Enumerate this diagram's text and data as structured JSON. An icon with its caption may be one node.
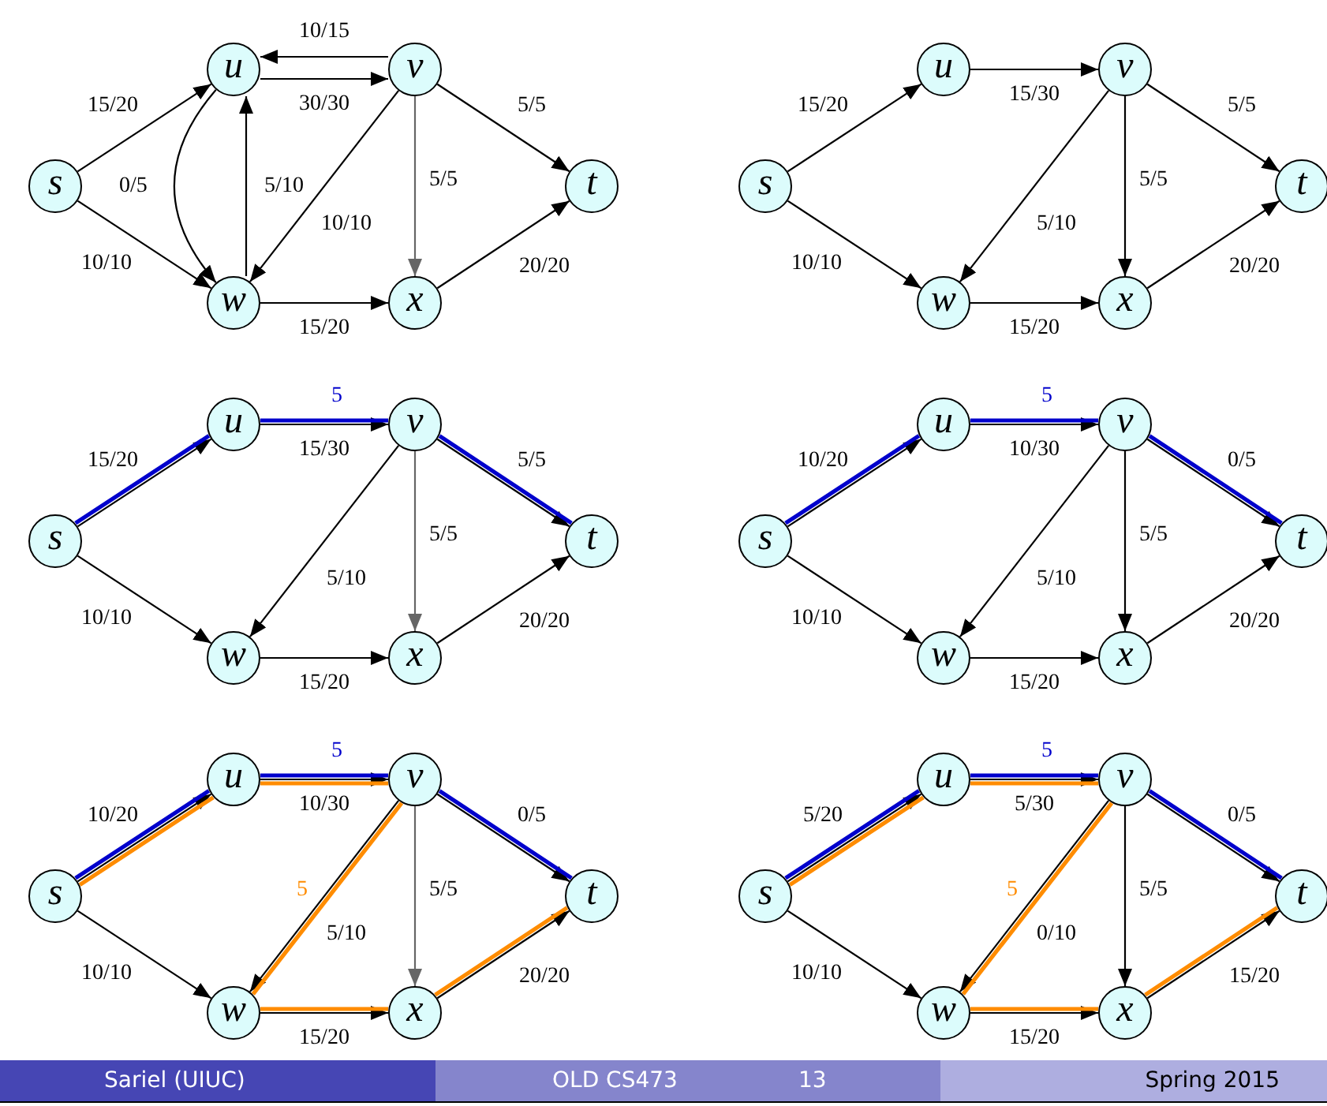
{
  "diagram": {
    "nodes": [
      {
        "text": [
          "s"
        ]
      },
      {
        "text": [
          "u"
        ]
      },
      {
        "text": [
          "v"
        ]
      },
      {
        "text": [
          "w"
        ]
      },
      {
        "text": [
          "x"
        ]
      },
      {
        "text": [
          "t"
        ]
      },
      {
        "text": [
          "s"
        ]
      },
      {
        "text": [
          "u"
        ]
      },
      {
        "text": [
          "v"
        ]
      },
      {
        "text": [
          "w"
        ]
      },
      {
        "text": [
          "x"
        ]
      },
      {
        "text": [
          "t"
        ]
      },
      {
        "text": [
          "s"
        ]
      },
      {
        "text": [
          "u"
        ]
      },
      {
        "text": [
          "v"
        ]
      },
      {
        "text": [
          "w"
        ]
      },
      {
        "text": [
          "x"
        ]
      },
      {
        "text": [
          "t"
        ]
      },
      {
        "text": [
          "s"
        ]
      },
      {
        "text": [
          "u"
        ]
      },
      {
        "text": [
          "v"
        ]
      },
      {
        "text": [
          "w"
        ]
      },
      {
        "text": [
          "x"
        ]
      },
      {
        "text": [
          "t"
        ]
      },
      {
        "text": [
          "s"
        ]
      },
      {
        "text": [
          "u"
        ]
      },
      {
        "text": [
          "v"
        ]
      },
      {
        "text": [
          "w"
        ]
      },
      {
        "text": [
          "x"
        ]
      },
      {
        "text": [
          "t"
        ]
      },
      {
        "text": [
          "s"
        ]
      },
      {
        "text": [
          "u"
        ]
      },
      {
        "text": [
          "v"
        ]
      },
      {
        "text": [
          "w"
        ]
      },
      {
        "text": [
          "x"
        ]
      },
      {
        "text": [
          "t"
        ]
      }
    ],
    "edges": [
      {
        "from": 0,
        "to": 1,
        "arrow": "to",
        "label": "15/20"
      },
      {
        "from": 0,
        "to": 3,
        "arrow": "to",
        "label": "10/10"
      },
      {
        "from": 2,
        "to": 1,
        "arrow": "to",
        "label": "10/15"
      },
      {
        "from": 1,
        "to": 2,
        "arrow": "to",
        "label": "30/30"
      },
      {
        "from": 1,
        "to": 3,
        "arrow": "to",
        "label": "0/5"
      },
      {
        "from": 3,
        "to": 1,
        "arrow": "to",
        "label": "5/10"
      },
      {
        "from": 2,
        "to": 3,
        "arrow": "to",
        "label": "10/10"
      },
      {
        "from": 2,
        "to": 4,
        "arrow": "to",
        "label": "5/5",
        "color": "#666666"
      },
      {
        "from": 2,
        "to": 5,
        "arrow": "to",
        "label": "5/5"
      },
      {
        "from": 3,
        "to": 4,
        "arrow": "to",
        "label": "15/20"
      },
      {
        "from": 4,
        "to": 5,
        "arrow": "to",
        "label": "20/20"
      },
      {
        "from": 6,
        "to": 7,
        "arrow": "to",
        "label": "15/20"
      },
      {
        "from": 6,
        "to": 9,
        "arrow": "to",
        "label": "10/10"
      },
      {
        "from": 7,
        "to": 8,
        "arrow": "to",
        "label": "15/30"
      },
      {
        "from": 8,
        "to": 9,
        "arrow": "to",
        "label": "5/10"
      },
      {
        "from": 8,
        "to": 10,
        "arrow": "to",
        "label": "5/5"
      },
      {
        "from": 8,
        "to": 11,
        "arrow": "to",
        "label": "5/5"
      },
      {
        "from": 9,
        "to": 10,
        "arrow": "to",
        "label": "15/20"
      },
      {
        "from": 10,
        "to": 11,
        "arrow": "to",
        "label": "20/20"
      },
      {
        "from": 12,
        "to": 13,
        "arrow": "to",
        "label": "15/20"
      },
      {
        "from": 12,
        "to": 15,
        "arrow": "to",
        "label": "10/10"
      },
      {
        "from": 13,
        "to": 14,
        "arrow": "to",
        "label": "15/30"
      },
      {
        "from": 14,
        "to": 15,
        "arrow": "to",
        "label": "5/10"
      },
      {
        "from": 14,
        "to": 16,
        "arrow": "to",
        "label": "5/5",
        "color": "#666666"
      },
      {
        "from": 14,
        "to": 17,
        "arrow": "to",
        "label": "5/5"
      },
      {
        "from": 15,
        "to": 16,
        "arrow": "to",
        "label": "15/20"
      },
      {
        "from": 16,
        "to": 17,
        "arrow": "to",
        "label": "20/20"
      },
      {
        "from": 12,
        "to": 13,
        "arrow": "none",
        "style": "thick",
        "color": "#0000cc"
      },
      {
        "from": 13,
        "to": 14,
        "arrow": "none",
        "style": "thick",
        "color": "#0000cc",
        "label": "5"
      },
      {
        "from": 14,
        "to": 17,
        "arrow": "none",
        "style": "thick",
        "color": "#0000cc"
      },
      {
        "from": 18,
        "to": 19,
        "arrow": "to",
        "label": "10/20"
      },
      {
        "from": 18,
        "to": 21,
        "arrow": "to",
        "label": "10/10"
      },
      {
        "from": 19,
        "to": 20,
        "arrow": "to",
        "label": "10/30"
      },
      {
        "from": 20,
        "to": 21,
        "arrow": "to",
        "label": "5/10"
      },
      {
        "from": 20,
        "to": 22,
        "arrow": "to",
        "label": "5/5"
      },
      {
        "from": 20,
        "to": 23,
        "arrow": "to",
        "label": "0/5"
      },
      {
        "from": 21,
        "to": 22,
        "arrow": "to",
        "label": "15/20"
      },
      {
        "from": 22,
        "to": 23,
        "arrow": "to",
        "label": "20/20"
      },
      {
        "from": 18,
        "to": 19,
        "arrow": "none",
        "style": "thick",
        "color": "#0000cc"
      },
      {
        "from": 19,
        "to": 20,
        "arrow": "none",
        "style": "thick",
        "color": "#0000cc",
        "label": "5"
      },
      {
        "from": 20,
        "to": 23,
        "arrow": "none",
        "style": "thick",
        "color": "#0000cc"
      },
      {
        "from": 24,
        "to": 25,
        "arrow": "to",
        "label": "10/20"
      },
      {
        "from": 24,
        "to": 27,
        "arrow": "to",
        "label": "10/10"
      },
      {
        "from": 25,
        "to": 26,
        "arrow": "to",
        "label": "10/30"
      },
      {
        "from": 26,
        "to": 27,
        "arrow": "to",
        "label": "5/10"
      },
      {
        "from": 26,
        "to": 28,
        "arrow": "to",
        "label": "5/5",
        "color": "#666666"
      },
      {
        "from": 26,
        "to": 29,
        "arrow": "to",
        "label": "0/5"
      },
      {
        "from": 27,
        "to": 28,
        "arrow": "to",
        "label": "15/20"
      },
      {
        "from": 28,
        "to": 29,
        "arrow": "to",
        "label": "20/20"
      },
      {
        "from": 24,
        "to": 25,
        "arrow": "none",
        "style": "thick",
        "color": "#0000cc"
      },
      {
        "from": 25,
        "to": 26,
        "arrow": "none",
        "style": "thick",
        "color": "#0000cc",
        "label": "5"
      },
      {
        "from": 26,
        "to": 29,
        "arrow": "none",
        "style": "thick",
        "color": "#0000cc"
      },
      {
        "from": 24,
        "to": 25,
        "arrow": "none",
        "style": "thick",
        "color": "#ff8c00"
      },
      {
        "from": 25,
        "to": 26,
        "arrow": "none",
        "style": "thick",
        "color": "#ff8c00"
      },
      {
        "from": 26,
        "to": 27,
        "arrow": "none",
        "style": "thick",
        "color": "#ff8c00",
        "label": "5"
      },
      {
        "from": 27,
        "to": 28,
        "arrow": "none",
        "style": "thick",
        "color": "#ff8c00"
      },
      {
        "from": 28,
        "to": 29,
        "arrow": "none",
        "style": "thick",
        "color": "#ff8c00"
      },
      {
        "from": 30,
        "to": 31,
        "arrow": "to",
        "label": "5/20"
      },
      {
        "from": 30,
        "to": 33,
        "arrow": "to",
        "label": "10/10"
      },
      {
        "from": 31,
        "to": 32,
        "arrow": "to",
        "label": "5/30"
      },
      {
        "from": 32,
        "to": 33,
        "arrow": "to",
        "label": "0/10"
      },
      {
        "from": 32,
        "to": 34,
        "arrow": "to",
        "label": "5/5"
      },
      {
        "from": 32,
        "to": 35,
        "arrow": "to",
        "label": "0/5"
      },
      {
        "from": 33,
        "to": 34,
        "arrow": "to",
        "label": "15/20"
      },
      {
        "from": 34,
        "to": 35,
        "arrow": "to",
        "label": "15/20"
      },
      {
        "from": 30,
        "to": 31,
        "arrow": "none",
        "style": "thick",
        "color": "#0000cc"
      },
      {
        "from": 31,
        "to": 32,
        "arrow": "none",
        "style": "thick",
        "color": "#0000cc",
        "label": "5"
      },
      {
        "from": 32,
        "to": 35,
        "arrow": "none",
        "style": "thick",
        "color": "#0000cc"
      },
      {
        "from": 30,
        "to": 31,
        "arrow": "none",
        "style": "thick",
        "color": "#ff8c00"
      },
      {
        "from": 31,
        "to": 32,
        "arrow": "none",
        "style": "thick",
        "color": "#ff8c00"
      },
      {
        "from": 32,
        "to": 33,
        "arrow": "none",
        "style": "thick",
        "color": "#ff8c00",
        "label": "5"
      },
      {
        "from": 33,
        "to": 34,
        "arrow": "none",
        "style": "thick",
        "color": "#ff8c00"
      },
      {
        "from": 34,
        "to": 35,
        "arrow": "none",
        "style": "thick",
        "color": "#ff8c00"
      }
    ],
    "labels": [
      "Sariel (UIUC)",
      "OLD CS473",
      "13",
      "Spring 2015"
    ]
  }
}
